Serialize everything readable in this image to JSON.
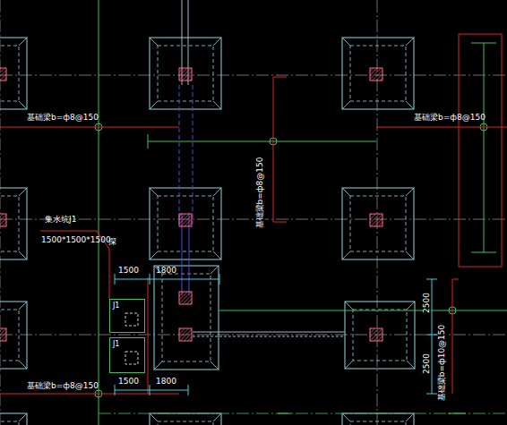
{
  "diagram": {
    "nodes": [
      {
        "text": [
          "J1"
        ]
      },
      {
        "text": [
          "J1"
        ]
      }
    ],
    "labels": [
      "基础梁b=ф8@150",
      "基础梁b=ф8@150",
      "基础梁b=ф8@150",
      "集水坑J1",
      "1500*1500*1500",
      "深",
      "1500",
      "1800",
      "2500",
      "2500",
      "基础梁b=ф10@150",
      "基础梁b=ф8@150",
      "1500",
      "1800"
    ]
  }
}
